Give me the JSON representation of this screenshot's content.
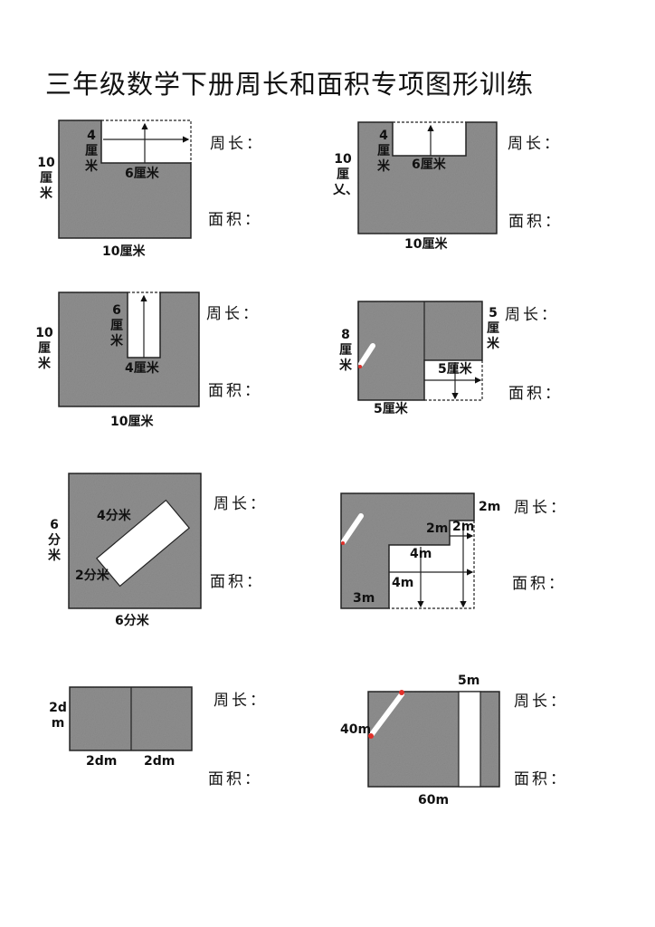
{
  "title": "三年级数学下册周长和面积专项图形训练",
  "questions": {
    "perimeter": "周长：",
    "area": "面积："
  },
  "figures": [
    {
      "labels": [
        "4厘米",
        "6厘米",
        "10厘米",
        "10厘米"
      ]
    },
    {
      "labels": [
        "4厘米",
        "6厘米",
        "10厘乂、",
        "10厘米"
      ]
    },
    {
      "labels": [
        "6厘米",
        "4厘米",
        "10厘米",
        "10厘米"
      ]
    },
    {
      "labels": [
        "8厘米",
        "5厘米",
        "5厘米",
        "5厘米"
      ]
    },
    {
      "labels": [
        "4分米",
        "2分米",
        "6分米",
        "6分米"
      ]
    },
    {
      "labels": [
        "2m",
        "2m",
        "2m",
        "4m",
        "4m",
        "3m"
      ]
    },
    {
      "labels": [
        "2dm",
        "2dm",
        "2dm"
      ]
    },
    {
      "labels": [
        "5m",
        "40m",
        "60m"
      ]
    }
  ],
  "colors": {
    "shade": "#8e8e8e",
    "marker_red": "#e0302a"
  }
}
